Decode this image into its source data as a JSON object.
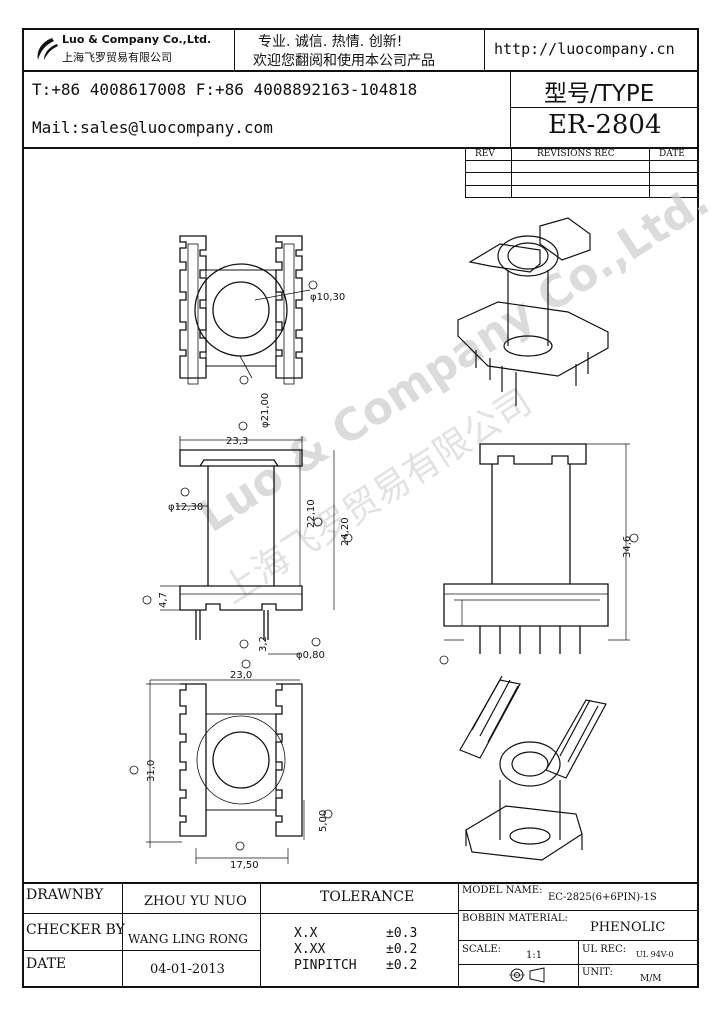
{
  "header": {
    "company_en": "Luo & Company Co.,Ltd.",
    "company_cn": "上海飞罗贸易有限公司",
    "slogan_1": "专业. 诚信. 热情. 创新!",
    "slogan_2": "欢迎您翻阅和使用本公司产品",
    "website": "http://luocompany.cn",
    "tel_fax": "T:+86 4008617008 F:+86 4008892163-104818",
    "mail": "Mail:sales@luocompany.com",
    "type_label": "型号/TYPE",
    "type_value": "ER-2804"
  },
  "revisions": {
    "col_rev": "REV",
    "col_rec": "REVISIONS REC",
    "col_date": "DATE"
  },
  "watermark": {
    "en": "Luo & Company Co.,Ltd.",
    "cn": "上海飞罗贸易有限公司"
  },
  "dimensions": {
    "d1": "φ10,30",
    "d2": "φ21,00",
    "d3": "23,3",
    "d4": "φ12,30",
    "d5": "22,10",
    "d6": "24,20",
    "d7": "4,7",
    "d8": "3,2",
    "d9": "φ0,80",
    "d10": "34,6",
    "d11": "23,0",
    "d12": "31,0",
    "d13": "5,00",
    "d14": "17,50"
  },
  "footer": {
    "drawnby_label": "DRAWNBY",
    "drawnby_value": "ZHOU YU NUO",
    "checker_label": "CHECKER BY",
    "checker_value": "WANG LING RONG",
    "date_label": "DATE",
    "date_value": "04-01-2013",
    "tolerance_label": "TOLERANCE",
    "tol_xx_label": "X.X",
    "tol_xx_value": "±0.3",
    "tol_xxx_label": "X.XX",
    "tol_xxx_value": "±0.2",
    "tol_pin_label": "PINPITCH",
    "tol_pin_value": "±0.2",
    "model_label": "MODEL NAME:",
    "model_value": "EC-2825(6+6PIN)-1S",
    "material_label": "BOBBIN MATERIAL:",
    "material_value": "PHENOLIC",
    "scale_label": "SCALE:",
    "scale_value": "1:1",
    "ulrec_label": "UL REC:",
    "ulrec_value": "UL 94V-0",
    "unit_label": "UNIT:",
    "unit_value": "M/M"
  }
}
